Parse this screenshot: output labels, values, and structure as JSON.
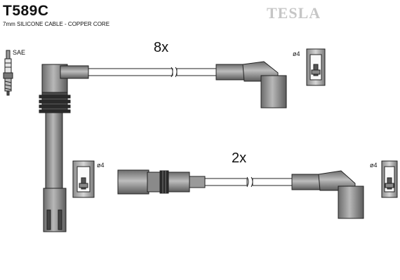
{
  "header": {
    "part_code": "T589C",
    "subtitle": "7mm SILICONE CABLE - COPPER CORE",
    "brand": "TESLA"
  },
  "labels": {
    "sae": "SAE",
    "qty_long": "8x",
    "qty_short": "2x",
    "terminal_diameter": "ø4"
  },
  "icons": [
    "spark-plug-icon",
    "terminal-icon"
  ]
}
